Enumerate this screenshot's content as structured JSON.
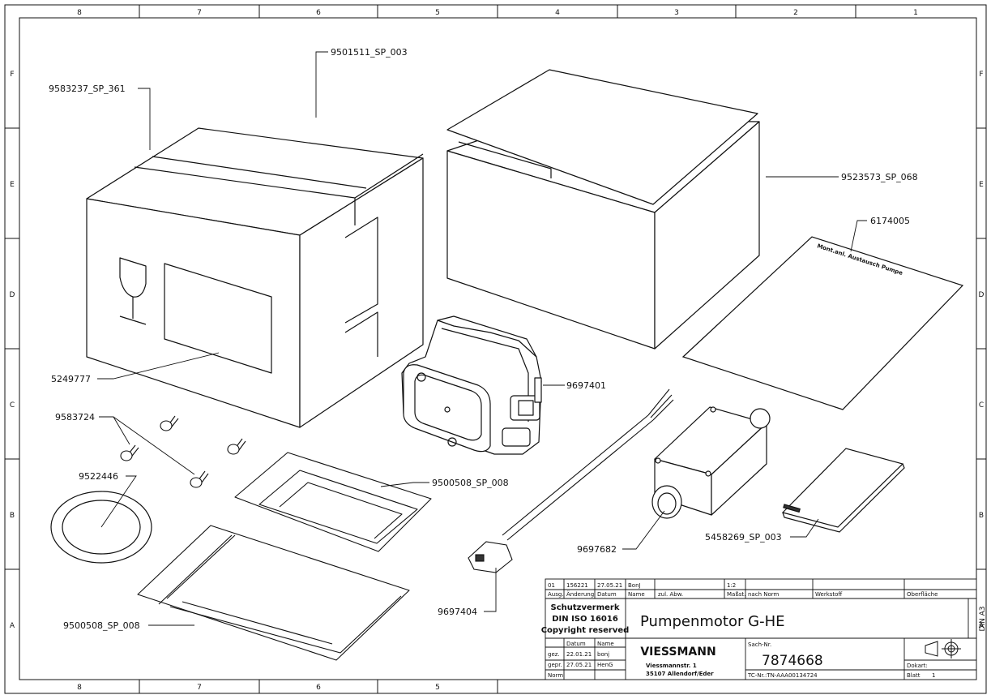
{
  "zones": {
    "columns": [
      "8",
      "7",
      "6",
      "5",
      "4",
      "3",
      "2",
      "1"
    ],
    "rows": [
      "F",
      "E",
      "D",
      "C",
      "B",
      "A"
    ]
  },
  "callouts": {
    "box_label": "9501511_SP_003",
    "tape_label": "9583237_SP_361",
    "window_label": "5249777",
    "screws_label": "9583724",
    "ring_label": "9522446",
    "bag_small_label": "9500508_SP_008",
    "bag_large_label": "9500508_SP_008",
    "motor_label": "9697401",
    "cable_label": "9697404",
    "junction_box_label": "9697682",
    "booklet_label": "5458269_SP_003",
    "sheet_label": "6174005",
    "lid_box_label": "9523573_SP_068"
  },
  "sheet_text": "Mont.anl. Austausch Pumpe",
  "title_block": {
    "rev_no": "01",
    "rev_change": "156221",
    "rev_date": "27.05.21",
    "rev_name": "BonJ",
    "h_ausg": "Ausg.",
    "h_aenderung": "Änderung",
    "h_datum": "Datum",
    "h_name": "Name",
    "h_zul": "zul. Abw.",
    "scale_value": "1:2",
    "h_massst": "Maßst.",
    "h_nach_norm": "nach Norm",
    "h_werkstoff": "Werkstoff",
    "h_oberflaeche": "Oberfläche",
    "protection_line1": "Schutzvermerk",
    "protection_line2": "DIN ISO 16016",
    "protection_line3": "Copyright reserved",
    "title": "Pumpenmotor G-HE",
    "din_format": "DIN A3",
    "h_datum2": "Datum",
    "h_name2": "Name",
    "gez_label": "gez.",
    "gez_date": "22.01.21",
    "gez_name": "bonj",
    "gepr_label": "gepr.",
    "gepr_date": "27.05.21",
    "gepr_name": "HenG",
    "norm_label": "Norm",
    "company_logo": "VIESSMANN",
    "address_line1": "Viessmannstr. 1",
    "address_line2": "35107 Allendorf/Eder",
    "sach_nr_label": "Sach-Nr.",
    "sach_nr": "7874668",
    "tc_nr": "TC-Nr.:TN-AAA00134724",
    "dokart_label": "Dokart:",
    "blatt_label": "Blatt",
    "blatt_value": "1"
  }
}
